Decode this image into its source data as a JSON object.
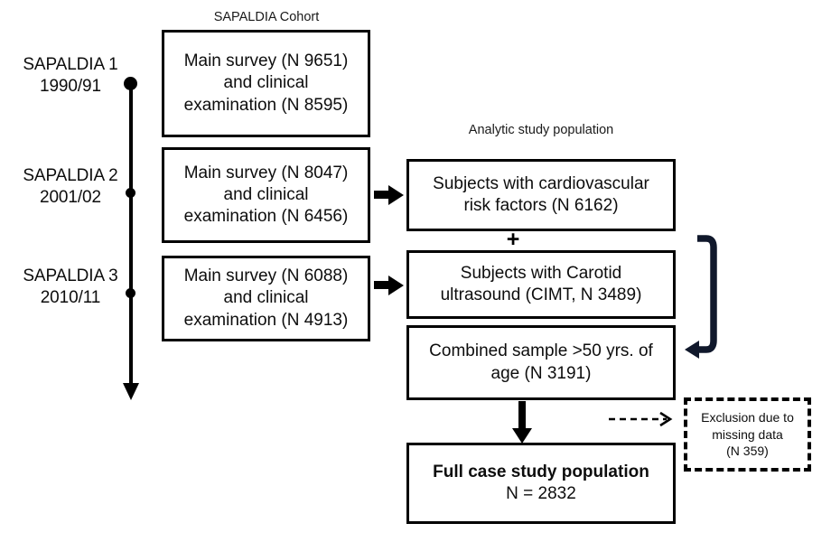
{
  "headers": {
    "cohort": "SAPALDIA Cohort",
    "analytic": "Analytic study population"
  },
  "timeline": {
    "waves": [
      {
        "name": "SAPALDIA 1",
        "years": "1990/91"
      },
      {
        "name": "SAPALDIA 2",
        "years": "2001/02"
      },
      {
        "name": "SAPALDIA 3",
        "years": "2010/11"
      }
    ]
  },
  "cohort_boxes": [
    {
      "id": "sapaldia-1",
      "line1": "Main survey (N 9651)",
      "line2": "and clinical",
      "line3": "examination (N 8595)"
    },
    {
      "id": "sapaldia-2",
      "line1": "Main survey  (N 8047)",
      "line2": "and clinical",
      "line3": "examination (N 6456)"
    },
    {
      "id": "sapaldia-3",
      "line1": "Main survey (N 6088)",
      "line2": "and clinical",
      "line3": "examination (N 4913)"
    }
  ],
  "analytic_boxes": {
    "cardiovascular_risk": {
      "line1": "Subjects with cardiovascular",
      "line2": "risk factors  (N 6162)"
    },
    "carotid_ultrasound": {
      "line1": "Subjects with Carotid",
      "line2": "ultrasound (CIMT, N 3489)"
    },
    "combined_sample": {
      "line1": "Combined sample >50 yrs. of",
      "line2": "age (N 3191)"
    },
    "full_case": {
      "line1": "Full case study population",
      "line2": "N = 2832"
    }
  },
  "exclusion": {
    "line1": "Exclusion due to",
    "line2": "missing data",
    "line3": "(N 359)"
  },
  "connectors": {
    "plus": "+"
  },
  "colors": {
    "stroke": "#000000",
    "bracket": "#10182b",
    "background": "#ffffff",
    "text": "#0d0d0d"
  }
}
